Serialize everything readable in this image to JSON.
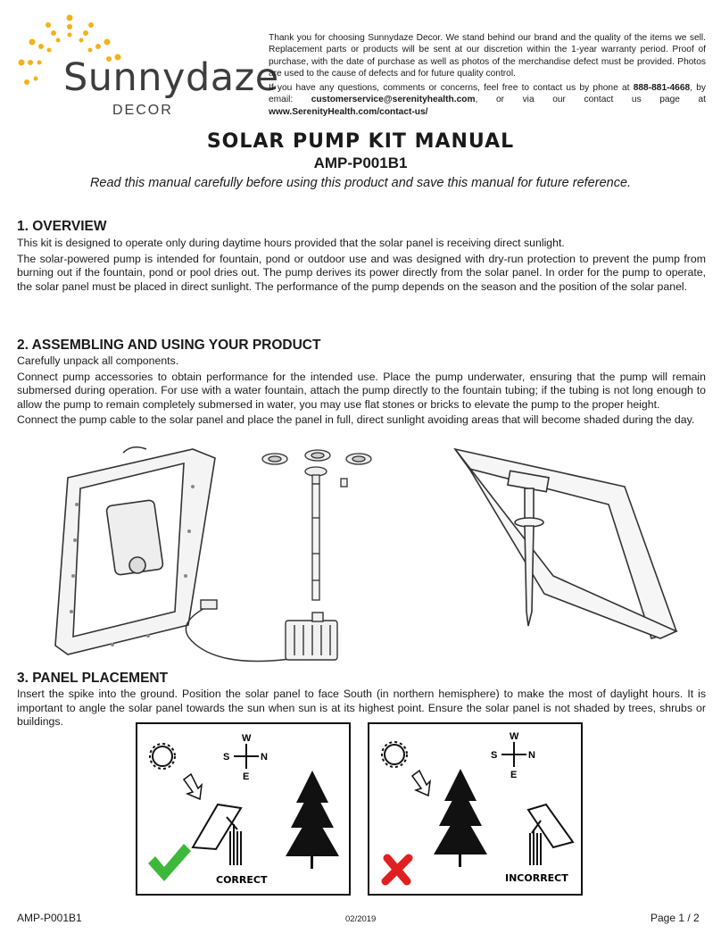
{
  "brand": {
    "name": "Sunnydaze",
    "sub": "DECOR"
  },
  "intro": {
    "p1": "Thank you for choosing Sunnydaze Decor. We stand behind our brand and the quality of the items we sell. Replacement parts or products will be sent at our discretion within the 1-year warranty period. Proof of purchase, with the date of purchase as well as photos of the merchandise defect must be provided. Photos are used to the cause of defects and for future quality control.",
    "p2_a": "If you have any questions, comments or concerns, feel free to contact us by phone at ",
    "phone": "888-881-4668",
    "p2_b": ", by email: ",
    "email": "customerservice@serenityhealth.com",
    "p2_c": ", or via our contact us page at ",
    "url": "www.SerenityHealth.com/contact-us/"
  },
  "title": "SOLAR PUMP KIT MANUAL",
  "model": "AMP-P001B1",
  "tagline": "Read this manual carefully before using this product and save this manual for future reference.",
  "sections": {
    "overview": {
      "heading": "1. OVERVIEW",
      "p1": "This kit is designed to operate only during daytime hours provided that the solar panel is receiving direct sunlight.",
      "p2": "The solar-powered pump is intended for fountain, pond or outdoor use and was designed with dry-run protection to prevent the pump from burning out if the fountain, pond or pool dries out. The pump derives its power directly from the solar panel. In order for the pump to operate, the solar panel must be placed in direct sunlight. The performance of the pump depends on the season and the position of the solar panel."
    },
    "assembling": {
      "heading": "2. ASSEMBLING AND USING YOUR PRODUCT",
      "p1": "Carefully unpack all components.",
      "p2": "Connect pump accessories to obtain performance for the intended use. Place the pump underwater, ensuring that the pump will remain submersed during operation. For use with a water fountain, attach the pump directly to the fountain tubing; if the tubing is not long enough to allow the pump to remain completely submersed in water, you may use flat stones or bricks to elevate the pump to the proper height.",
      "p3": "Connect the pump cable to the solar panel and place the panel in full, direct sunlight avoiding areas that will become shaded during the day."
    },
    "placement": {
      "heading": "3. PANEL PLACEMENT",
      "p1": "Insert the spike into the ground. Position the solar panel to face South (in northern hemisphere)  to make the most of daylight hours. It is important to angle the solar panel towards the sun when sun is at its highest point. Ensure the solar panel is not shaded by trees, shrubs or buildings."
    }
  },
  "diagrams": {
    "correct_label": "CORRECT",
    "incorrect_label": "INCORRECT",
    "compass": {
      "n": "N",
      "s": "S",
      "e": "E",
      "w": "W"
    },
    "colors": {
      "check": "#3db83a",
      "cross": "#e02020"
    }
  },
  "footer": {
    "model": "AMP-P001B1",
    "date": "02/2019",
    "page": "Page 1 / 2"
  }
}
